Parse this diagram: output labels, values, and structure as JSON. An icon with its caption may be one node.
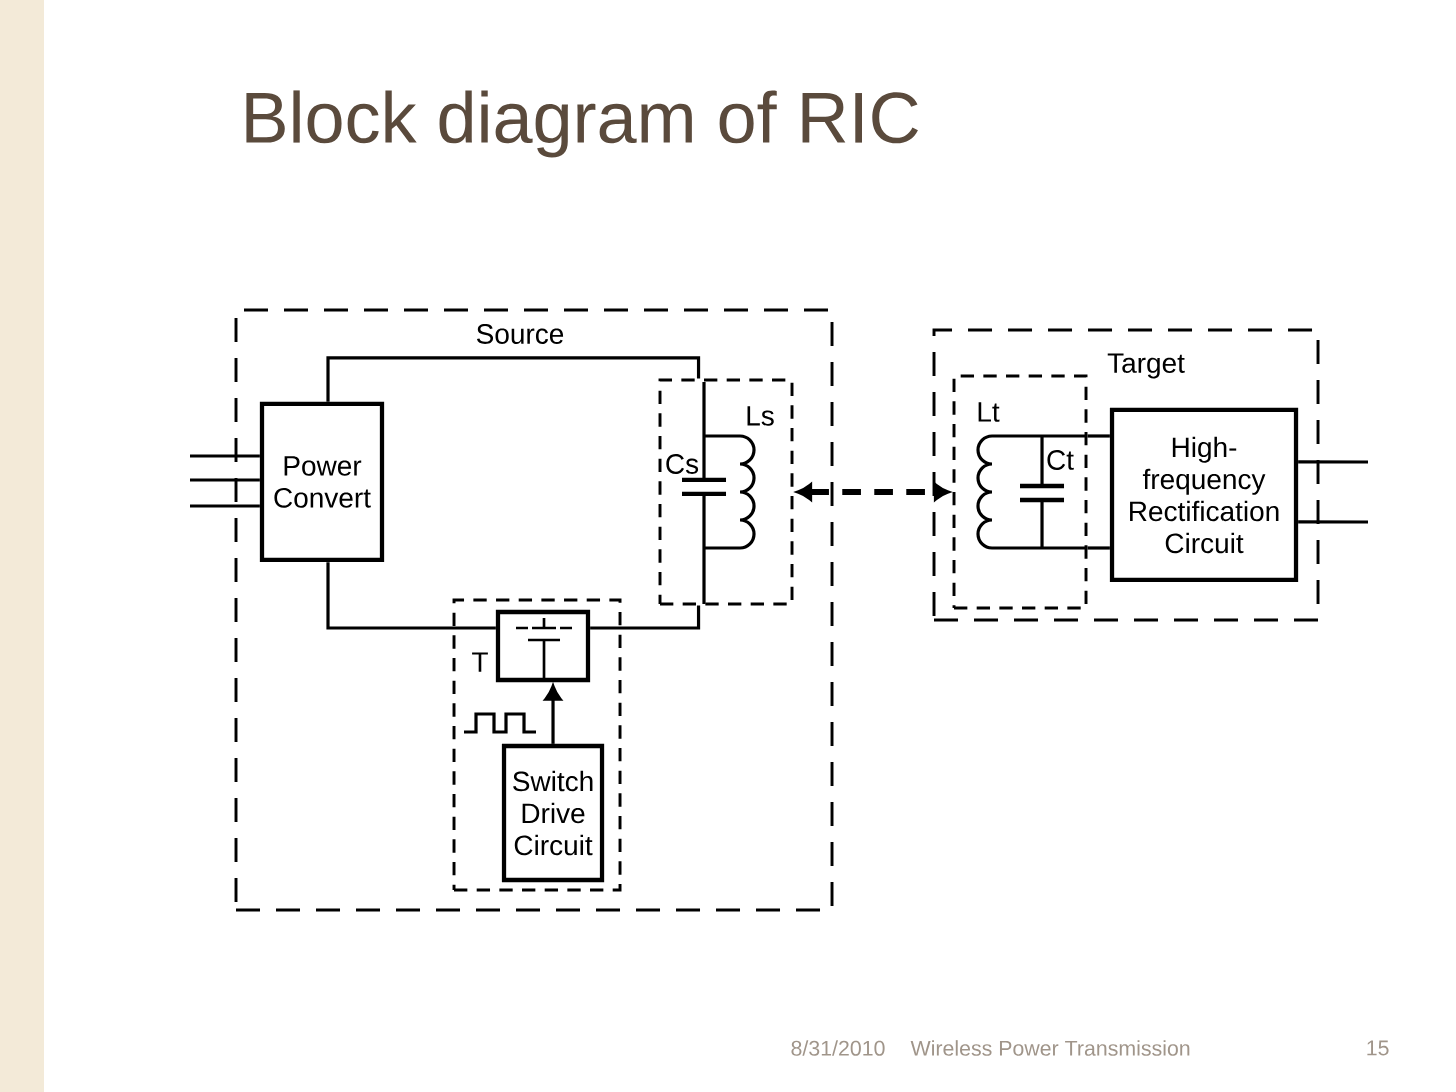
{
  "diagram": {
    "title": "Block diagram of RIC",
    "nodes": [
      {
        "text": [
          "Source"
        ]
      },
      {
        "text": [
          "Power Convert"
        ],
        "in": 0
      },
      {
        "text": [
          "Ls",
          "Cs"
        ],
        "in": 0
      },
      {
        "text": [],
        "shape": "box",
        "in": 0
      },
      {
        "text": [],
        "shape": "box",
        "beside": [
          "T"
        ],
        "in": 3
      },
      {
        "text": [
          "Switch Drive Circuit"
        ],
        "in": 3
      },
      {
        "text": [
          "Target"
        ]
      },
      {
        "text": [
          "Lt",
          "Ct"
        ],
        "in": 6
      },
      {
        "text": [
          "High-frequency Rectification Circuit"
        ],
        "in": 6
      }
    ],
    "edges": [
      {
        "from": null,
        "to": 1,
        "arrow": "none"
      },
      {
        "from": null,
        "to": 1,
        "arrow": "none"
      },
      {
        "from": null,
        "to": 1,
        "arrow": "none"
      },
      {
        "from": 1,
        "to": 2,
        "arrow": "none"
      },
      {
        "from": 1,
        "to": 4,
        "arrow": "none"
      },
      {
        "from": 4,
        "to": 2,
        "arrow": "none"
      },
      {
        "from": 5,
        "to": 4,
        "arrow": "to"
      },
      {
        "from": 2,
        "to": 7,
        "arrow": "both",
        "style": "dashed"
      },
      {
        "from": 7,
        "to": 8,
        "arrow": "none"
      },
      {
        "from": 7,
        "to": 8,
        "arrow": "none"
      },
      {
        "from": 8,
        "to": null,
        "arrow": "none"
      },
      {
        "from": 8,
        "to": null,
        "arrow": "none"
      }
    ],
    "labels": [
      "8/31/2010",
      "Wireless Power Transmission",
      "15"
    ]
  }
}
